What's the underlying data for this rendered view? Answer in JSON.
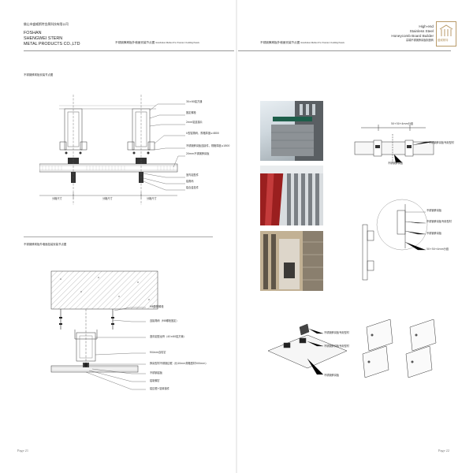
{
  "left_page": {
    "company_cn": "佛山市盛威斯特金属科技有限公司",
    "company_en": [
      "FOSHAN",
      "SHENGWEI STERN",
      "METAL PRODUCTS CO.,LTD"
    ],
    "header_title_cn": "不锈钢蜂窝板外墙面安装节点图",
    "header_title_en": "Installation Method For Exterior Cladding Panels",
    "section1_title": "不锈钢蜂窝板安装节点图",
    "section1_labels": [
      "30×60铝方通",
      "固定螺栓",
      "2mm铝连接片",
      "U型铝角码，规格厚度≥4800",
      "不锈钢蜂窝板连接件，规格厚度≥1800",
      "20mm不锈钢蜂窝板",
      "室内铝型件",
      "铝角码",
      "铝合金挂件"
    ],
    "section1_dims": [
      "分格尺寸",
      "分格尺寸",
      "分格尺寸"
    ],
    "section2_title": "不锈钢蜂窝板外墙面挂装安装节点图",
    "section2_labels": [
      "M8膨胀螺栓",
      "连接角码（M8螺栓固定）",
      "竖向铝型龙骨（40×60铝方管）",
      "M4mm自攻钉",
      "蜂窝型材不锈钢边框（长40mm规格型材500mm）",
      "不锈钢铝板",
      "铝制螺钉",
      "铝边框+铝转接件"
    ],
    "page_number": "Page 21"
  },
  "right_page": {
    "header_title_cn": "不锈钢蜂窝板外墙面安装节点图",
    "header_title_en": "Installation Method For Exterior Cladding Panels",
    "brand_en": [
      "High-end",
      "Stainless Steel",
      "Honeycomb Board Builder"
    ],
    "brand_cn": "高端不锈钢蜂窝板制造商",
    "logo_text": "盛威斯特",
    "detail1_dim": "50+50+4mm分缝",
    "detail1_labels": [
      "不锈钢蜂窝板专用型材",
      "不锈钢蜂窝板"
    ],
    "detail2_labels": [
      "不锈钢蜂窝板",
      "不锈钢蜂窝板专用型材",
      "不锈钢蜂窝板",
      "50+50+4mm分缝"
    ],
    "detail3_labels": [
      "不锈钢蜂窝板专用型材",
      "不锈钢蜂窝板专用型材",
      "不锈钢蜂窝板"
    ],
    "page_number": "Page 22"
  }
}
